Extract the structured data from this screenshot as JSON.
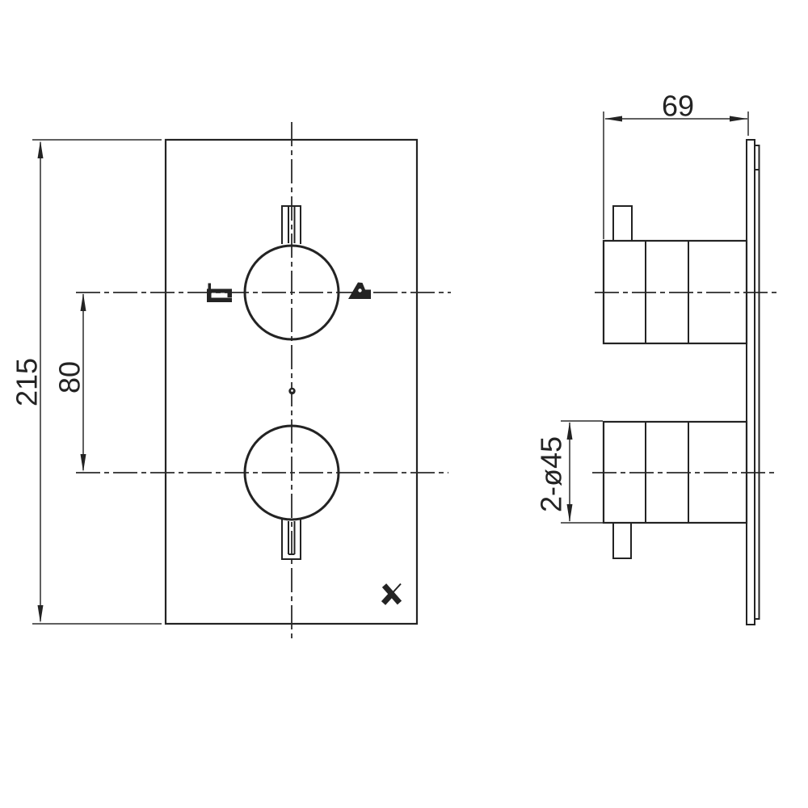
{
  "page": {
    "background": "#ffffff",
    "ink_color": "#232323"
  },
  "drawing": {
    "type": "technical-dimension-drawing",
    "subject": "dual-handle thermostatic shower valve trim",
    "dimensions": {
      "plate_height": {
        "label": "215"
      },
      "handle_spacing": {
        "label": "80"
      },
      "valve_depth": {
        "label": "69"
      },
      "handle_diameter": {
        "label": "2-ø45"
      }
    },
    "icons": [
      {
        "name": "spout-icon"
      },
      {
        "name": "lever-icon"
      },
      {
        "name": "screw-dot"
      },
      {
        "name": "brand-x-logo"
      }
    ]
  }
}
